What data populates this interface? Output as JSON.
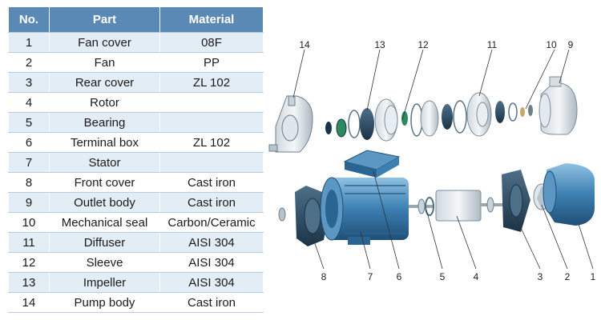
{
  "table": {
    "headers": [
      "No.",
      "Part",
      "Material"
    ],
    "rows": [
      {
        "no": "1",
        "part": "Fan cover",
        "material": "08F"
      },
      {
        "no": "2",
        "part": "Fan",
        "material": "PP"
      },
      {
        "no": "3",
        "part": "Rear cover",
        "material": "ZL 102"
      },
      {
        "no": "4",
        "part": "Rotor",
        "material": ""
      },
      {
        "no": "5",
        "part": "Bearing",
        "material": ""
      },
      {
        "no": "6",
        "part": "Terminal box",
        "material": "ZL 102"
      },
      {
        "no": "7",
        "part": "Stator",
        "material": ""
      },
      {
        "no": "8",
        "part": "Front cover",
        "material": "Cast iron"
      },
      {
        "no": "9",
        "part": "Outlet body",
        "material": "Cast iron"
      },
      {
        "no": "10",
        "part": "Mechanical seal",
        "material": "Carbon/Ceramic"
      },
      {
        "no": "11",
        "part": "Diffuser",
        "material": "AISI 304"
      },
      {
        "no": "12",
        "part": "Sleeve",
        "material": "AISI 304"
      },
      {
        "no": "13",
        "part": "Impeller",
        "material": "AISI 304"
      },
      {
        "no": "14",
        "part": "Pump body",
        "material": "Cast iron"
      }
    ]
  },
  "diagram": {
    "callouts_top": [
      "14",
      "13",
      "12",
      "11",
      "10",
      "9"
    ],
    "callouts_bottom": [
      "8",
      "7",
      "6",
      "5",
      "4",
      "3",
      "2",
      "1"
    ]
  },
  "colors": {
    "header_bg": "#5a89b5",
    "row_alt_bg": "#e3edf6",
    "part_blue": "#3d7fb2",
    "part_dark": "#24577f",
    "part_light": "#a9cfe8"
  }
}
